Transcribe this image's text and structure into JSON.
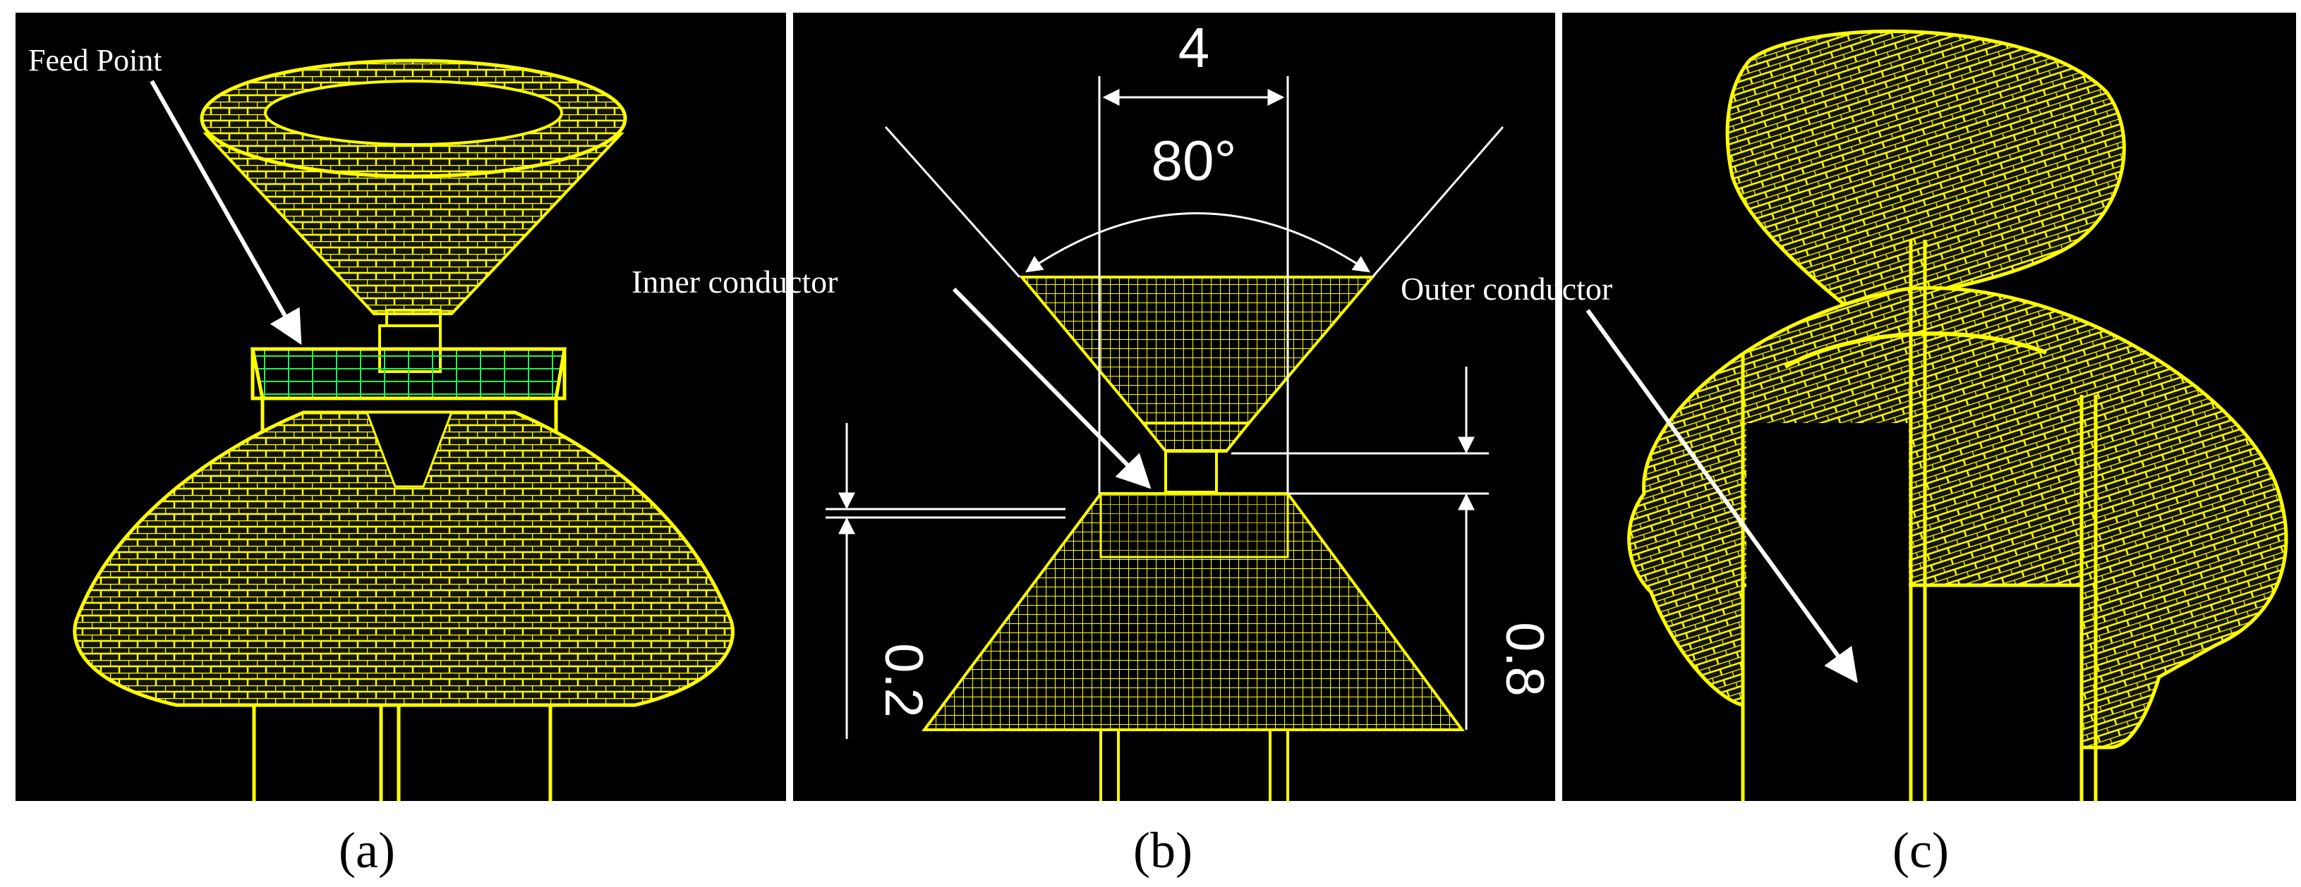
{
  "panels": {
    "a": {
      "caption": "(a)",
      "annotation": "Feed Point"
    },
    "b": {
      "caption": "(b)",
      "annotation": "Inner conductor",
      "dims": {
        "width": "4",
        "angle": "80°",
        "left": "0.2",
        "right": "0.8"
      }
    },
    "c": {
      "caption": "(c)",
      "annotation": "Outer conductor"
    }
  },
  "colors": {
    "background": "#000000",
    "mesh": "#ffff00",
    "feed": "#22ee55",
    "annotation": "#ffffff"
  }
}
